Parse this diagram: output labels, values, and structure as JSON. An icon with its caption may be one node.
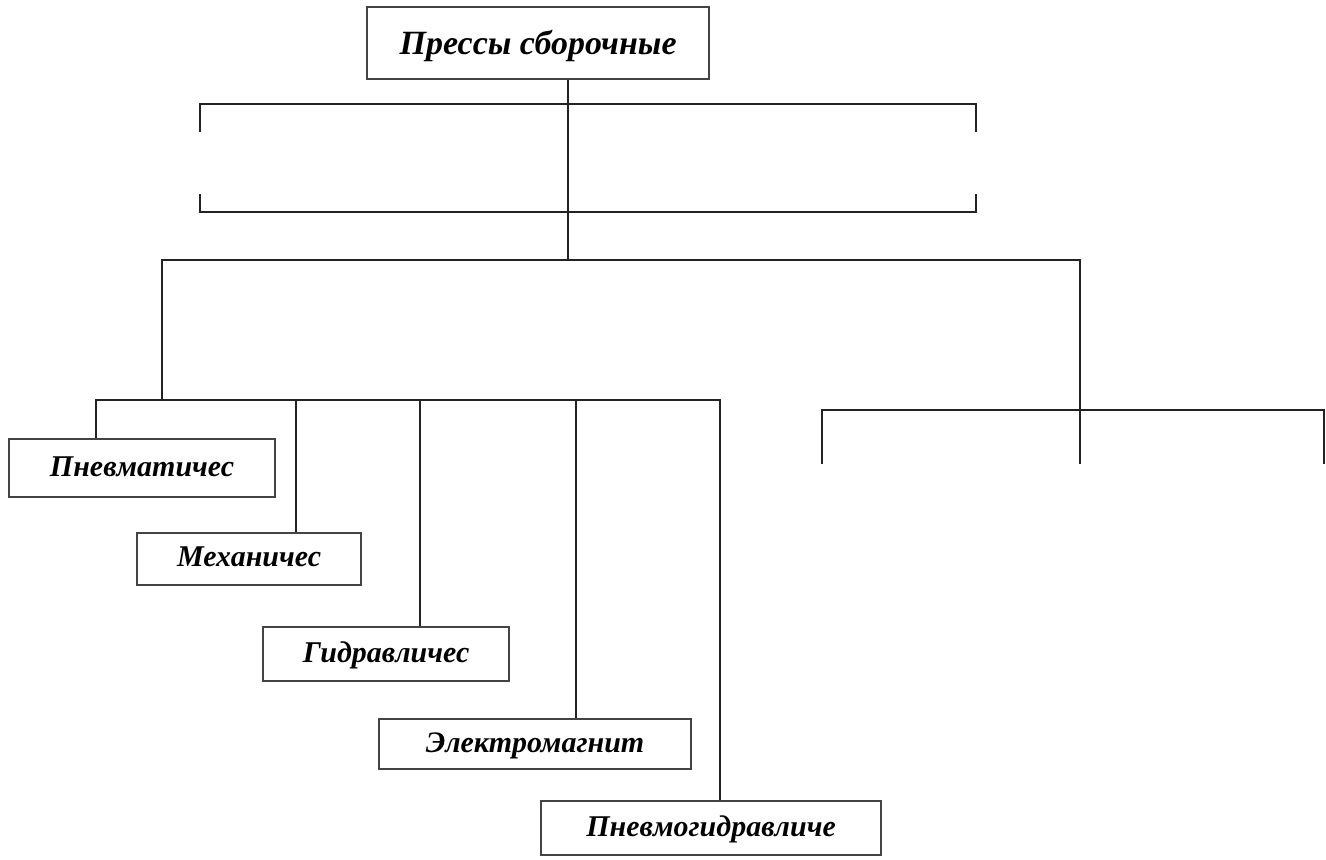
{
  "diagram": {
    "nodes": [
      {
        "text": [
          "Прессы сборочные"
        ]
      },
      {
        "text": [
          "Пневматичес"
        ]
      },
      {
        "text": [
          "Механичес"
        ]
      },
      {
        "text": [
          "Гидравличес"
        ]
      },
      {
        "text": [
          "Электромагнит"
        ]
      },
      {
        "text": [
          "Пневмогидравличе"
        ]
      }
    ],
    "edges": [
      {
        "from": 0,
        "to": 1,
        "arrow": "none"
      },
      {
        "from": 0,
        "to": 2,
        "arrow": "none"
      },
      {
        "from": 0,
        "to": 3,
        "arrow": "none"
      },
      {
        "from": 0,
        "to": 4,
        "arrow": "none"
      },
      {
        "from": 0,
        "to": 5,
        "arrow": "none"
      }
    ]
  }
}
